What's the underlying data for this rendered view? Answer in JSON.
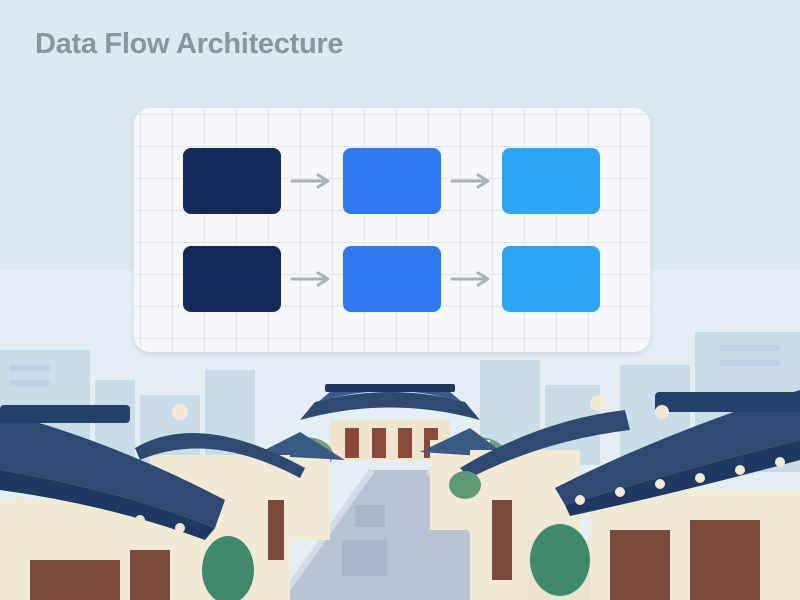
{
  "title": "Data Flow Architecture",
  "colors": {
    "sky": "#dbe9f1",
    "title_text": "#8a959d",
    "node_dark": "#13295a",
    "node_mid": "#2f78ee",
    "node_light": "#2ba6f5",
    "arrow": "#a9b2ba",
    "roof": "#2f4a72",
    "wall": "#f3ead6",
    "road": "#b8c3d4"
  },
  "diagram": {
    "rows": [
      {
        "nodes": [
          {
            "color": "node_dark",
            "icon": "data-source-block"
          },
          {
            "color": "node_mid",
            "icon": "processing-block"
          },
          {
            "color": "node_light",
            "icon": "output-block"
          }
        ]
      },
      {
        "nodes": [
          {
            "color": "node_dark",
            "icon": "data-source-block"
          },
          {
            "color": "node_mid",
            "icon": "processing-block"
          },
          {
            "color": "node_light",
            "icon": "output-block"
          }
        ]
      }
    ],
    "arrows": [
      "right-arrow-icon",
      "right-arrow-icon"
    ]
  }
}
